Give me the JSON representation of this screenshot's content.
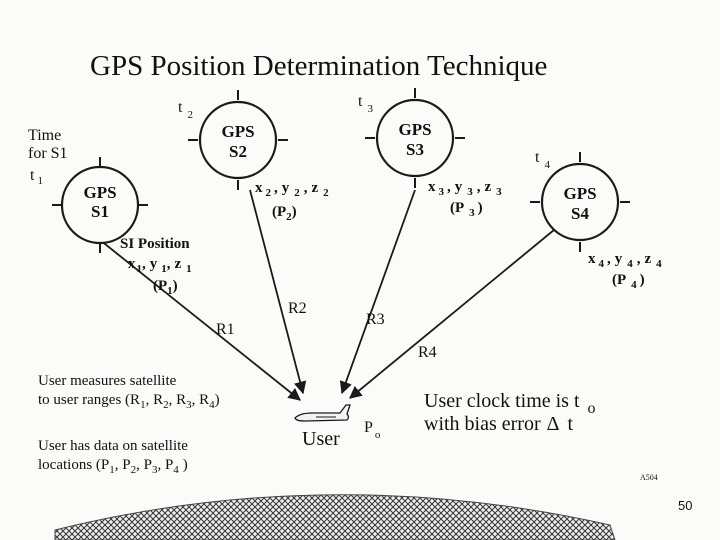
{
  "title": "GPS Position Determination Technique",
  "satellites": [
    {
      "id": "s1",
      "line1": "GPS",
      "line2": "S1"
    },
    {
      "id": "s2",
      "line1": "GPS",
      "line2": "S2"
    },
    {
      "id": "s3",
      "line1": "GPS",
      "line2": "S3"
    },
    {
      "id": "s4",
      "line1": "GPS",
      "line2": "S4"
    }
  ],
  "times": {
    "time_for": "Time",
    "for_s1": "for S1",
    "t": "t",
    "t1_sub": "1",
    "t2_sub": "2",
    "t3_sub": "3",
    "t4_sub": "4"
  },
  "positions": {
    "si_position": "SI Position",
    "x": "x",
    "y": "y",
    "z": "z",
    "comma": ",",
    "p_open": "(P",
    "p_close": ")",
    "sub1": "1",
    "sub2": "2",
    "sub3": "3",
    "sub4": "4"
  },
  "ranges": {
    "r1": "R1",
    "r2": "R2",
    "r3": "R3",
    "r4": "R4"
  },
  "user": {
    "label": "User",
    "p": "P",
    "p_sub": "o"
  },
  "notes": {
    "measures_line1": "User measures satellite",
    "measures_line2": "to user ranges (R",
    "measures_r2": ", R",
    "measures_end": ")",
    "data_line1": "User has data on satellite",
    "data_line2": "locations (P",
    "data_p2": ", P",
    "data_end": ")",
    "clock_line1": "User clock time is t",
    "clock_sub": "o",
    "clock_line2": "with bias error",
    "delta": "Δ",
    "clock_t": "t"
  },
  "code": "A504",
  "page_number": "50"
}
